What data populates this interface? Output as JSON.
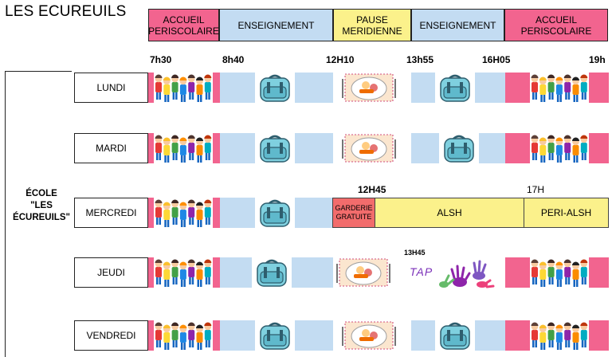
{
  "title": "LES ECUREUILS",
  "colors": {
    "accueil": "#f2648f",
    "enseignement": "#c3dcf2",
    "pause": "#fbf18b",
    "garderie": "#f26c6c",
    "alsh": "#fbf18b"
  },
  "header": {
    "accueil_morning": "ACCUEIL\nPERISCOLAIRE",
    "enseignement_1": "ENSEIGNEMENT",
    "pause": "PAUSE\nMERIDIENNE",
    "enseignement_2": "ENSEIGNEMENT",
    "accueil_evening": "ACCUEIL\nPERISCOLAIRE"
  },
  "times": {
    "t0": "7h30",
    "t1": "8h40",
    "t2": "12H10",
    "t3": "13h55",
    "t4": "16H05",
    "t5": "19h"
  },
  "school_label": "ÉCOLE\n\"LES\nÉCUREUILS\"",
  "days": {
    "lundi": "LUNDI",
    "mardi": "MARDI",
    "mercredi": "MERCREDI",
    "jeudi": "JEUDI",
    "vendredi": "VENDREDI"
  },
  "mercredi": {
    "time_1245": "12H45",
    "time_17h": "17H",
    "garderie": "GARDERIE\nGRATUITE",
    "alsh": "ALSH",
    "peri_alsh": "PERI-ALSH"
  },
  "jeudi": {
    "time_1345": "13H45",
    "tap": "TAP"
  },
  "icons": [
    "children-group-icon",
    "schoolbag-icon",
    "lunch-plate-icon",
    "handprints-icon"
  ]
}
